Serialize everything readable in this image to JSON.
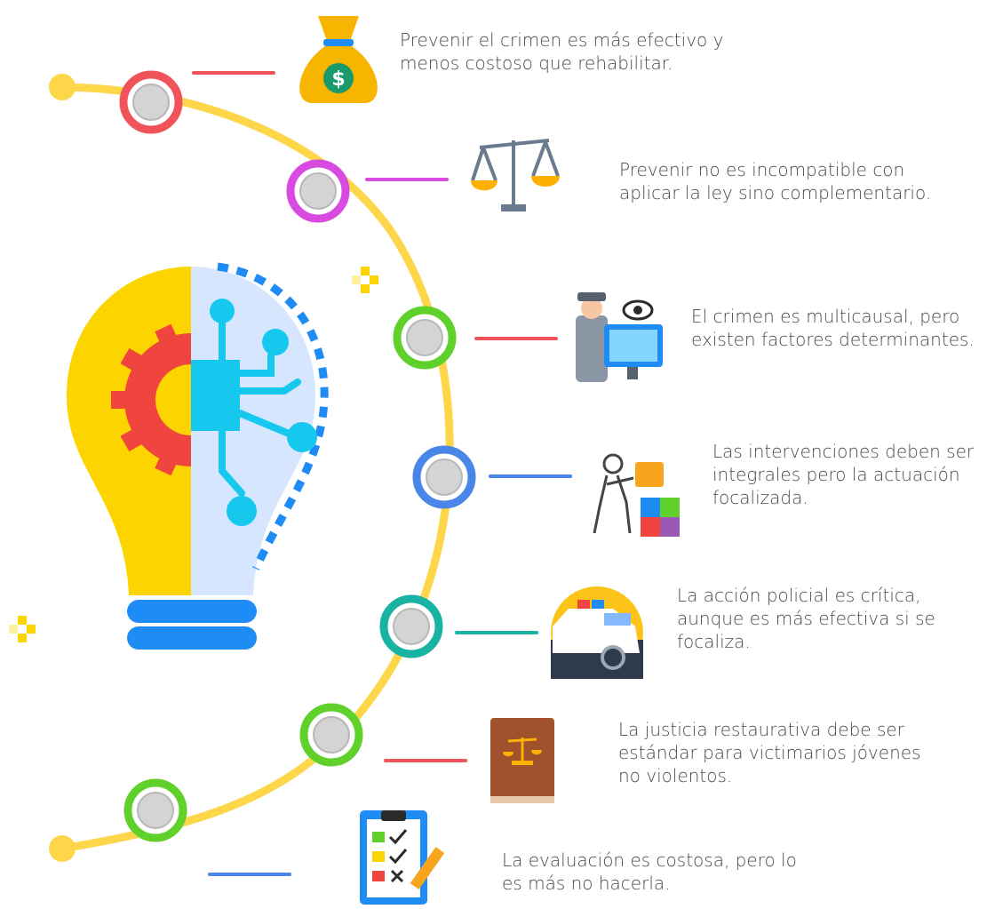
{
  "statements": [
    {
      "lines": [
        "Prevenir el crimen es más efectivo y",
        "menos costoso que rehabilitar."
      ],
      "icon": "money-bag-icon",
      "ring_color": "#f0545a",
      "connector_color": "#f0545a"
    },
    {
      "lines": [
        "Prevenir no es incompatible con",
        "aplicar la ley sino complementario."
      ],
      "icon": "scales-icon",
      "ring_color": "#d94ae0",
      "connector_color": "#d94ae0"
    },
    {
      "lines": [
        "El crimen es multicausal, pero",
        "existen factores determinantes."
      ],
      "icon": "detective-computer-icon",
      "ring_color": "#5fd12a",
      "connector_color": "#f0545a"
    },
    {
      "lines": [
        "Las intervenciones deben ser",
        "integrales pero la actuación",
        "focalizada."
      ],
      "icon": "puzzle-worker-icon",
      "ring_color": "#4a86e8",
      "connector_color": "#4a86e8"
    },
    {
      "lines": [
        "La acción policial es crítica,",
        "aunque es más efectiva si se",
        "focaliza."
      ],
      "icon": "police-car-icon",
      "ring_color": "#18b3a3",
      "connector_color": "#18b3a3"
    },
    {
      "lines": [
        "La justicia restaurativa debe ser",
        "estándar para victimarios jóvenes",
        "no violentos."
      ],
      "icon": "law-book-icon",
      "ring_color": "#5fd12a",
      "connector_color": "#f0545a"
    },
    {
      "lines": [
        "La evaluación es costosa, pero lo",
        "es más no hacerla."
      ],
      "icon": "checklist-icon",
      "ring_color": "#5fd12a",
      "connector_color": "#4a86e8"
    }
  ],
  "central_icon": "lightbulb-gear-circuit-icon",
  "colors": {
    "timeline": "#fdd64a",
    "bulb_yellow": "#fcd400",
    "bulb_blue": "#d6e6ff",
    "circuit": "#16c8ee",
    "gear": "#f0453e",
    "base": "#1f8cf5"
  }
}
